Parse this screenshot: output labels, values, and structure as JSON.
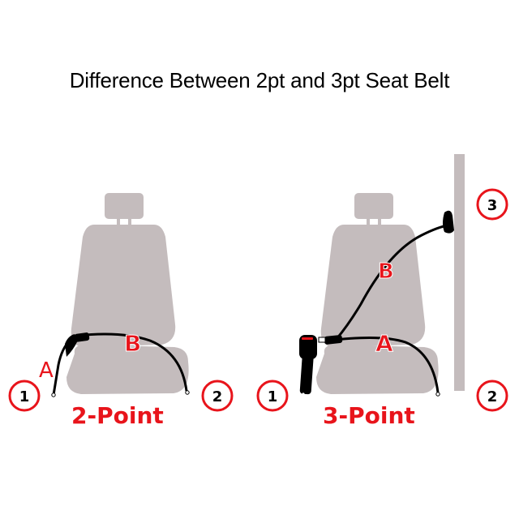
{
  "title": "Difference Between 2pt and 3pt Seat Belt",
  "colors": {
    "seat": "#c4bcbd",
    "accent_red": "#e8141b",
    "belt": "#000000",
    "pillar": "#c4bcbd"
  },
  "left_panel": {
    "caption": "2-Point",
    "labels": {
      "a": "A",
      "b": "B"
    },
    "anchors": [
      "1",
      "2"
    ]
  },
  "right_panel": {
    "caption": "3-Point",
    "labels": {
      "a": "A",
      "b": "B"
    },
    "anchors": [
      "1",
      "2",
      "3"
    ]
  }
}
